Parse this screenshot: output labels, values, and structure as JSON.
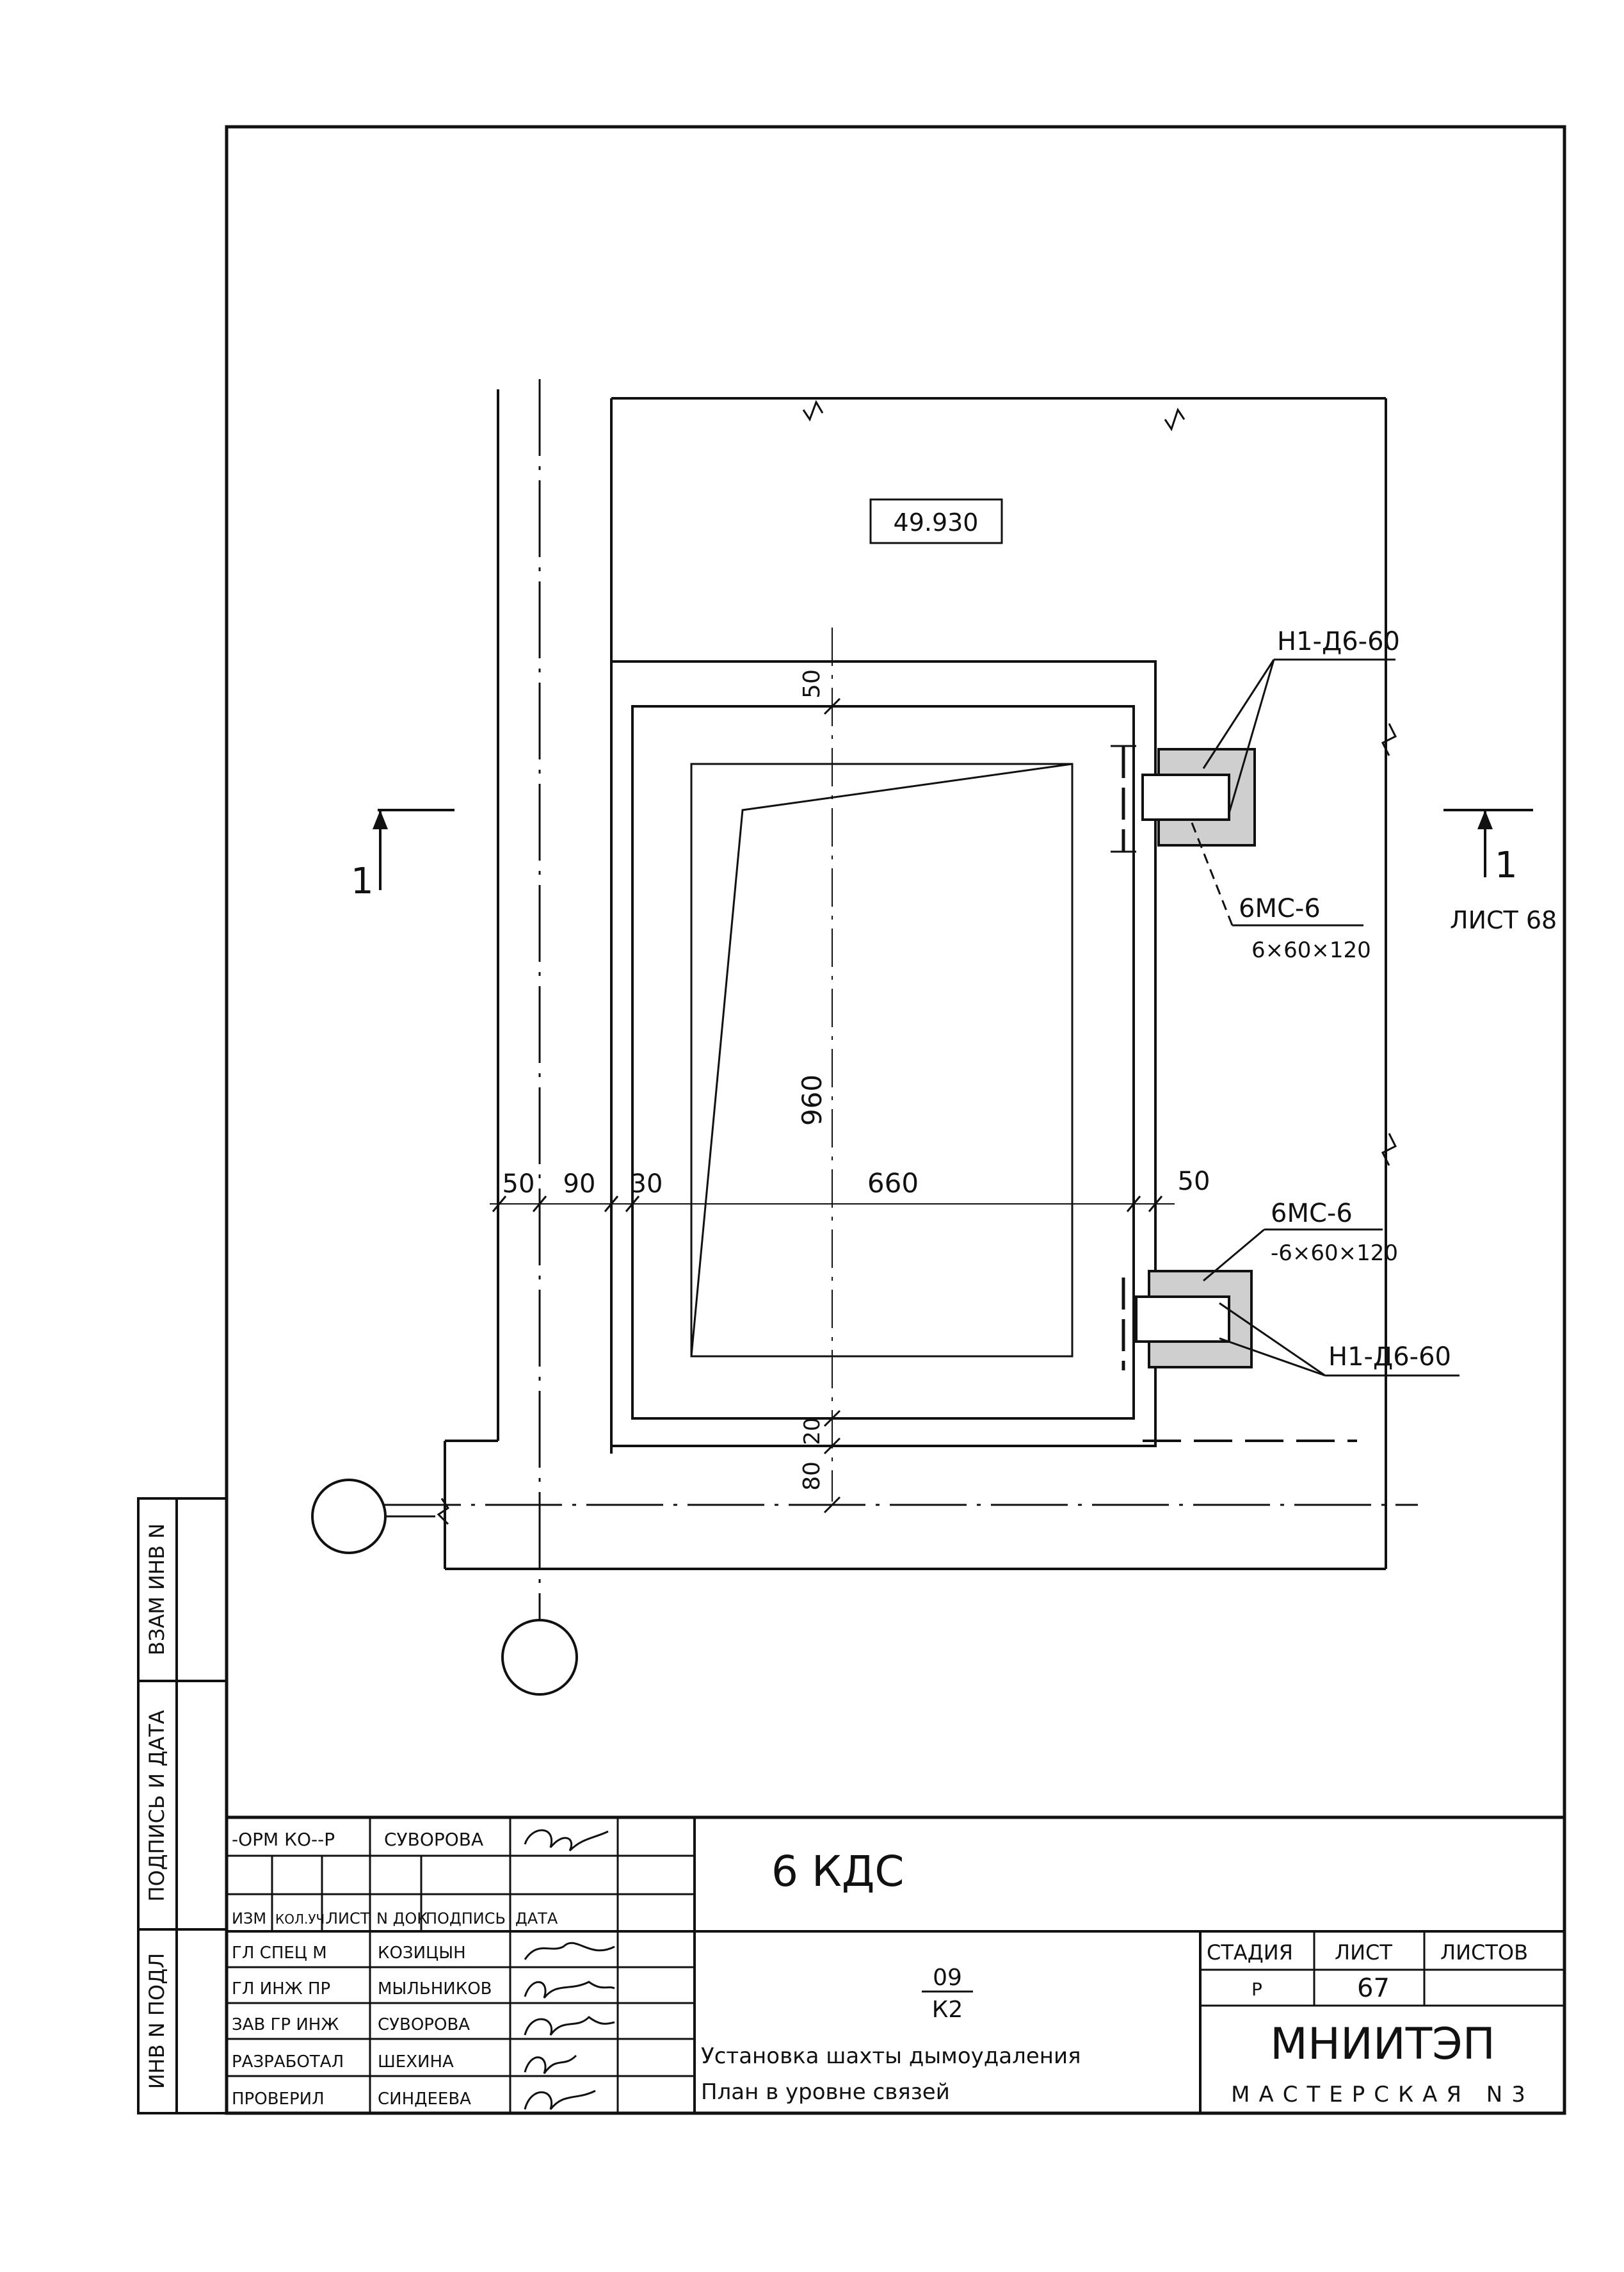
{
  "drawing": {
    "elevation_mark": "49.930",
    "dimensions": {
      "d50_left": "50",
      "d90": "90",
      "d30": "30",
      "d660": "660",
      "d50_right": "50",
      "d960": "960",
      "d50_top": "50",
      "d20": "20",
      "d80": "80"
    },
    "callouts": {
      "top_label": "Н1-Д6-60",
      "top_plate": "6МС-6",
      "top_plate_size": "6×60×120",
      "bottom_plate": "6МС-6",
      "bottom_plate_size": "-6×60×120",
      "bottom_label": "Н1-Д6-60"
    },
    "section": {
      "left_number": "1",
      "right_number": "1",
      "right_ref": "ЛИСТ 68"
    }
  },
  "side_stamp": {
    "cells": [
      "ИНВ N ПОДЛ",
      "ПОДПИСЬ И ДАТА",
      "ВЗАМ ИНВ N"
    ]
  },
  "title_block": {
    "code": "6 КДС",
    "rev_row": {
      "role": "-ОРМ КО--Р",
      "name": "СУВОРОВА"
    },
    "headers": [
      "ИЗМ",
      "КОЛ.УЧ.",
      "ЛИСТ",
      "N ДОК",
      "ПОДПИСЬ",
      "ДАТА"
    ],
    "staff": [
      {
        "role": "ГЛ СПЕЦ М",
        "name": "КОЗИЦЫН"
      },
      {
        "role": "ГЛ ИНЖ ПР",
        "name": "МЫЛЬНИКОВ"
      },
      {
        "role": "ЗАВ ГР ИНЖ",
        "name": "СУВОРОВА"
      },
      {
        "role": "РАЗРАБОТАЛ",
        "name": "ШЕХИНА"
      },
      {
        "role": "ПРОВЕРИЛ",
        "name": "СИНДЕЕВА"
      }
    ],
    "number_top": "09",
    "number_bottom": "К2",
    "title_line1": "Установка шахты дымоудаления",
    "title_line2": "План в уровне связей",
    "stage_label": "СТАДИЯ",
    "sheet_label": "ЛИСТ",
    "sheets_label": "ЛИСТОВ",
    "stage_value": "Р",
    "sheet_value": "67",
    "org": "МНИИТЭП",
    "org_sub": "МАСТЕРСКАЯ N3"
  }
}
